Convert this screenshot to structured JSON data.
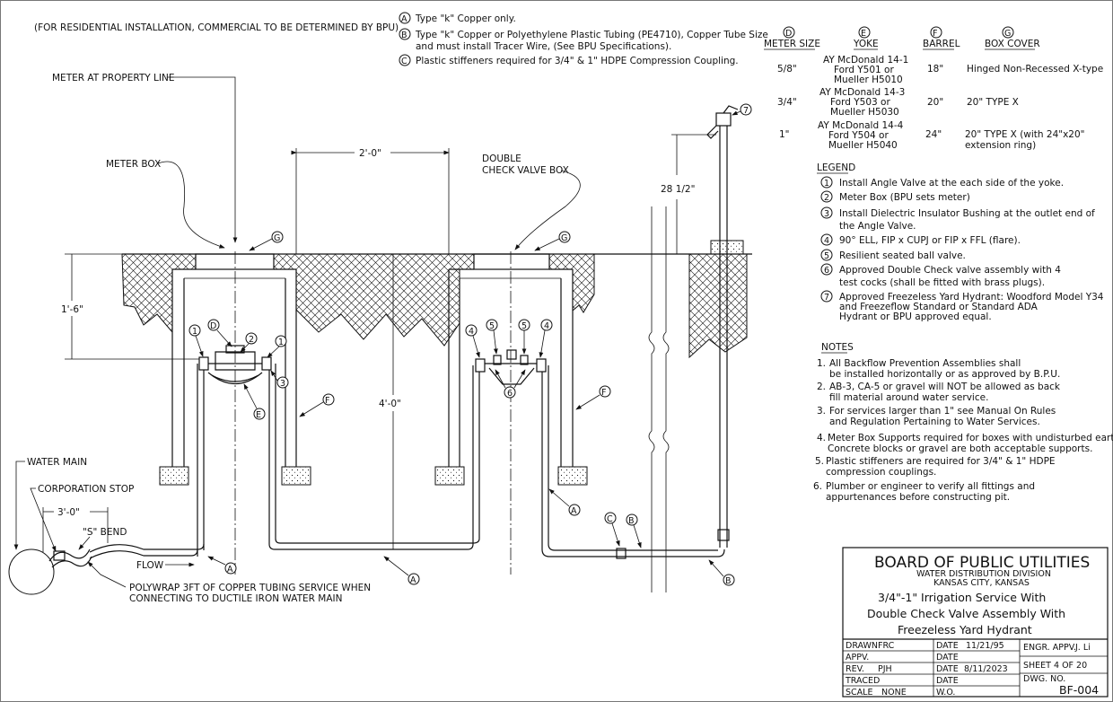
{
  "header_note": "(FOR RESIDENTIAL INSTALLATION, COMMERCIAL TO BE DETERMINED BY BPU)",
  "material_notes": [
    {
      "mark": "A",
      "lines": [
        "Type \"k\" Copper only."
      ]
    },
    {
      "mark": "B",
      "lines": [
        "Type \"k\" Copper or Polyethylene Plastic Tubing (PE4710), Copper Tube Size",
        "and must install Tracer Wire, (See BPU Specifications)."
      ]
    },
    {
      "mark": "C",
      "lines": [
        "Plastic stiffeners required for 3/4\" & 1\" HDPE Compression Coupling."
      ]
    }
  ],
  "meter_table": {
    "headers": [
      {
        "mark": "D",
        "label": "METER SIZE"
      },
      {
        "mark": "E",
        "label": "YOKE"
      },
      {
        "mark": "F",
        "label": "BARREL"
      },
      {
        "mark": "G",
        "label": "BOX COVER"
      }
    ],
    "rows": [
      {
        "size": "5/8\"",
        "yoke": [
          "AY McDonald 14-1",
          "Ford Y501 or",
          "Mueller H5010"
        ],
        "barrel": "18\"",
        "cover": [
          "Hinged Non-Recessed X-type"
        ]
      },
      {
        "size": "3/4\"",
        "yoke": [
          "AY McDonald 14-3",
          "Ford Y503 or",
          "Mueller H5030"
        ],
        "barrel": "20\"",
        "cover": [
          "20\" TYPE X"
        ]
      },
      {
        "size": "1\"",
        "yoke": [
          "AY McDonald 14-4",
          "Ford Y504 or",
          "Mueller H5040"
        ],
        "barrel": "24\"",
        "cover": [
          "20\" TYPE X (with 24\"x20\"",
          "extension ring)"
        ]
      }
    ]
  },
  "legend": {
    "title": "LEGEND",
    "items": [
      {
        "num": "1",
        "lines": [
          "Install Angle Valve at the each side of the yoke."
        ]
      },
      {
        "num": "2",
        "lines": [
          "Meter Box (BPU sets meter)"
        ]
      },
      {
        "num": "3",
        "lines": [
          "Install Dielectric Insulator Bushing at the outlet end of",
          "the Angle Valve."
        ]
      },
      {
        "num": "4",
        "lines": [
          "90° ELL, FIP x CUPJ or FIP x FFL (flare)."
        ]
      },
      {
        "num": "5",
        "lines": [
          "Resilient seated ball valve."
        ]
      },
      {
        "num": "6",
        "lines": [
          "Approved Double Check valve assembly with 4",
          "test cocks (shall be fitted with brass plugs)."
        ]
      },
      {
        "num": "7",
        "lines": [
          "Approved Freezeless Yard Hydrant: Woodford Model Y34",
          "and Freezeflow Standard or Standard ADA",
          "Hydrant or BPU approved equal."
        ]
      }
    ]
  },
  "notes": {
    "title": "NOTES",
    "items": [
      {
        "num": "1.",
        "lines": [
          "All Backflow Prevention Assemblies shall",
          "be installed horizontally or as approved by B.P.U."
        ]
      },
      {
        "num": "2.",
        "lines": [
          "AB-3, CA-5 or gravel will NOT be allowed as back",
          "fill material around water service."
        ]
      },
      {
        "num": "3.",
        "lines": [
          "For services larger than 1\" see Manual On Rules",
          "and Regulation Pertaining to Water Services."
        ]
      },
      {
        "num": "4.",
        "lines": [
          "Meter Box Supports required for boxes with undisturbed earth.",
          "Concrete blocks or gravel are both acceptable supports."
        ]
      },
      {
        "num": "5.",
        "lines": [
          "Plastic stiffeners are required for 3/4\" & 1\" HDPE",
          "compression couplings."
        ]
      },
      {
        "num": "6.",
        "lines": [
          "Plumber or engineer to verify all fittings and",
          "appurtenances before constructing pit."
        ]
      }
    ]
  },
  "labels": {
    "meter_at_property_line": "METER AT PROPERTY LINE",
    "meter_box": "METER BOX",
    "double_check_1": "DOUBLE",
    "double_check_2": "CHECK VALVE BOX",
    "water_main": "WATER MAIN",
    "corporation_stop": "CORPORATION STOP",
    "s_bend": "\"S\" BEND",
    "flow": "FLOW",
    "polywrap_1": "POLYWRAP 3FT OF COPPER TUBING SERVICE WHEN",
    "polywrap_2": "CONNECTING TO DUCTILE IRON WATER MAIN"
  },
  "dimensions": {
    "box_spacing": "2'-0\"",
    "hydrant_height": "28 1/2\"",
    "box_depth": "1'-6\"",
    "pipe_depth": "4'-0\"",
    "main_offset": "3'-0\""
  },
  "callouts": {
    "A": "A",
    "B": "B",
    "C": "C",
    "D": "D",
    "E": "E",
    "F": "F",
    "G": "G",
    "n1": "1",
    "n2": "2",
    "n3": "3",
    "n4": "4",
    "n5": "5",
    "n6": "6",
    "n7": "7"
  },
  "title_block": {
    "org": "BOARD OF PUBLIC UTILITIES",
    "division": "WATER DISTRIBUTION DIVISION",
    "city": "KANSAS CITY, KANSAS",
    "title_lines": [
      "3/4\"-1\" Irrigation Service With",
      "Double Check Valve Assembly With",
      "Freezeless Yard Hydrant"
    ],
    "drawn_label": "DRAWN",
    "drawn": "FRC",
    "appv_label": "APPV.",
    "appv": "",
    "rev_label": "REV.",
    "rev": "PJH",
    "traced_label": "TRACED",
    "traced": "",
    "scale_label": "SCALE",
    "scale": "NONE",
    "date_label": "DATE",
    "date1": "11/21/95",
    "date2": "",
    "date3": "8/11/2023",
    "date4": "",
    "wo_label": "W.O.",
    "engr_label": "ENGR. APPV.",
    "engr": "J. Li",
    "sheet": "SHEET 4 OF 20",
    "dwg_label": "DWG. NO.",
    "dwg": "BF-004"
  }
}
